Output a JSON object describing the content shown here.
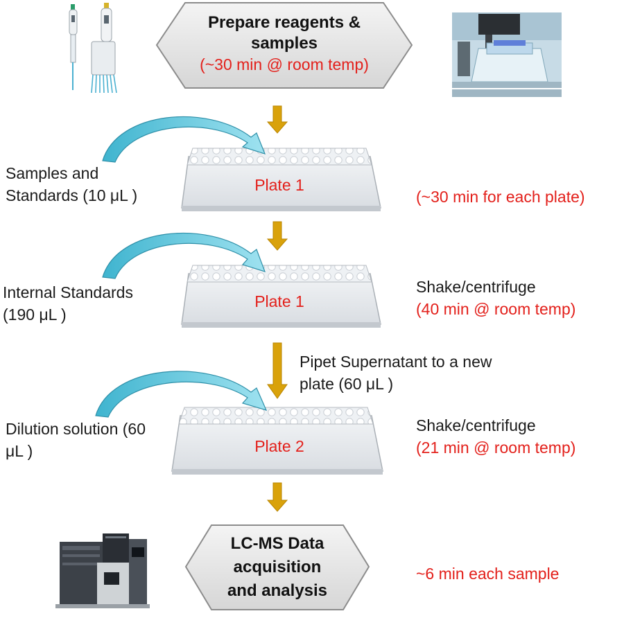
{
  "steps": {
    "prepare": {
      "title": "Prepare reagents & samples",
      "subtitle": "(~30 min @ room temp)"
    },
    "lcms": {
      "title": "LC-MS Data acquisition and analysis"
    }
  },
  "plates": [
    {
      "label": "Plate 1"
    },
    {
      "label": "Plate 1"
    },
    {
      "label": "Plate 2"
    }
  ],
  "inputs": [
    {
      "text": "Samples and Standards (10 μL )"
    },
    {
      "text": "Internal Standards (190 μL )"
    },
    {
      "text": "Dilution solution (60 μL )"
    }
  ],
  "notes": {
    "plate_time": "(~30 min for each plate)",
    "shake1": "Shake/centrifuge",
    "shake1_time": "(40 min @ room temp)",
    "transfer": "Pipet Supernatant to a new plate (60 μL )",
    "shake2": "Shake/centrifuge",
    "shake2_time": "(21 min @ room temp)",
    "sample_time": "~6 min each sample"
  },
  "colors": {
    "arrow_gold": "#d9a20b",
    "curve_arrow": "#5bc4dc",
    "red_text": "#e3201b",
    "hex_fill": "#e6e6e6"
  },
  "icons": [
    "pipette-icon",
    "plate-reader-photo",
    "lcms-instrument-icon"
  ]
}
